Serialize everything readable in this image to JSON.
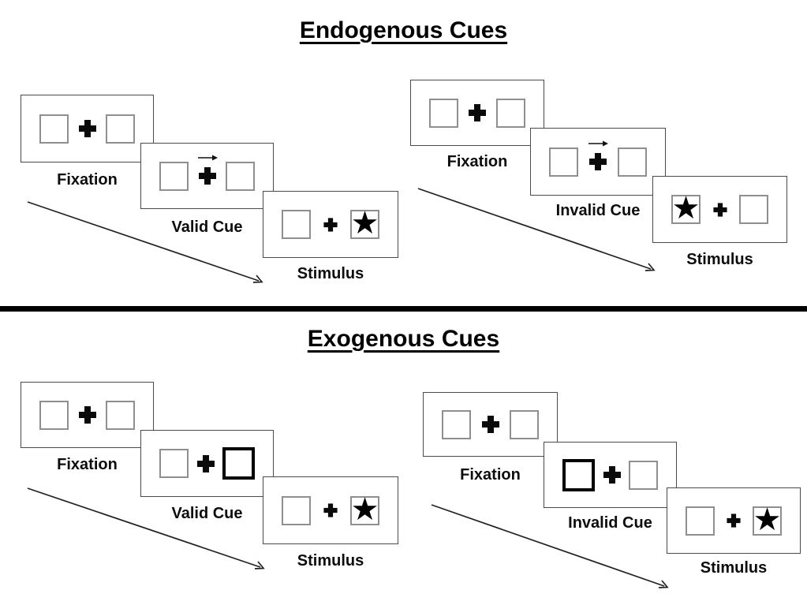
{
  "figure": {
    "type": "experiment-paradigm-diagram",
    "description": "Posner spatial cueing task trial sequences comparing endogenous and exogenous cues"
  },
  "sections": [
    {
      "title": "Endogenous Cues",
      "groups": [
        {
          "name": "valid-trial",
          "sequence_arrow": "diagonal-down-right",
          "panels": [
            {
              "label": "Fixation",
              "left_box": "empty",
              "center": "fixation-cross",
              "right_box": "empty"
            },
            {
              "label": "Valid Cue",
              "left_box": "empty",
              "center": "fixation-cross-with-right-arrow",
              "right_box": "empty"
            },
            {
              "label": "Stimulus",
              "left_box": "empty",
              "center": "fixation-cross",
              "right_box": "star"
            }
          ]
        },
        {
          "name": "invalid-trial",
          "sequence_arrow": "diagonal-down-right",
          "panels": [
            {
              "label": "Fixation",
              "left_box": "empty",
              "center": "fixation-cross",
              "right_box": "empty"
            },
            {
              "label": "Invalid Cue",
              "left_box": "empty",
              "center": "fixation-cross-with-right-arrow",
              "right_box": "empty"
            },
            {
              "label": "Stimulus",
              "left_box": "star",
              "center": "fixation-cross",
              "right_box": "empty"
            }
          ]
        }
      ]
    },
    {
      "title": "Exogenous Cues",
      "groups": [
        {
          "name": "valid-trial",
          "sequence_arrow": "diagonal-down-right",
          "panels": [
            {
              "label": "Fixation",
              "left_box": "empty",
              "center": "fixation-cross",
              "right_box": "empty"
            },
            {
              "label": "Valid Cue",
              "left_box": "empty",
              "center": "fixation-cross",
              "right_box": "empty-bold-highlight"
            },
            {
              "label": "Stimulus",
              "left_box": "empty",
              "center": "fixation-cross",
              "right_box": "star"
            }
          ]
        },
        {
          "name": "invalid-trial",
          "sequence_arrow": "diagonal-down-right",
          "panels": [
            {
              "label": "Fixation",
              "left_box": "empty",
              "center": "fixation-cross",
              "right_box": "empty"
            },
            {
              "label": "Invalid Cue",
              "left_box": "empty-bold-highlight",
              "center": "fixation-cross",
              "right_box": "empty"
            },
            {
              "label": "Stimulus",
              "left_box": "empty",
              "center": "fixation-cross",
              "right_box": "star"
            }
          ]
        }
      ]
    }
  ],
  "glyphs": {
    "star": "★"
  },
  "colors": {
    "background": "#ffffff",
    "ink": "#000000",
    "box_border": "#8f8f8f",
    "panel_border": "#4a4a4a"
  }
}
